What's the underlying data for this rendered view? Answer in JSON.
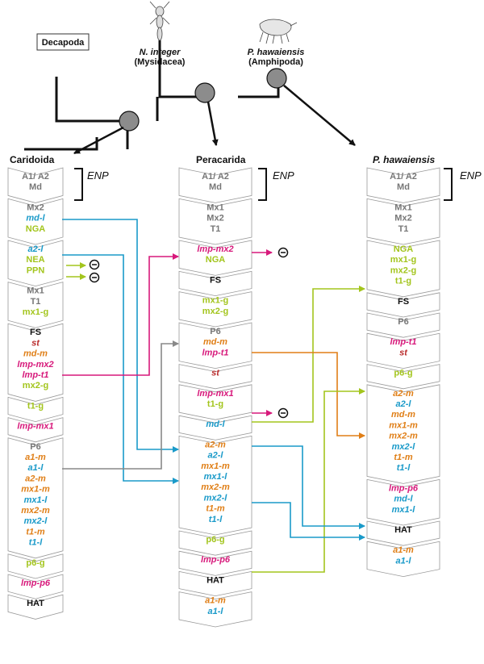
{
  "colors": {
    "gray": "#777777",
    "cyan": "#1a9ac9",
    "green": "#a3c51d",
    "magenta": "#d7197b",
    "orange": "#e07f17",
    "red": "#b92b2b",
    "black": "#111111"
  },
  "taxa": {
    "decapoda": "Decapoda",
    "mysid_name": "N. integer",
    "mysid_group": "(Mysidacea)",
    "amphi_name": "P. hawaiensis",
    "amphi_group": "(Amphipoda)"
  },
  "columns": {
    "caridoida": {
      "title": "Caridoida",
      "boxes": [
        {
          "lines": [
            {
              "t": "A1/ A2",
              "c": "gray"
            },
            {
              "t": "Md",
              "c": "gray"
            }
          ]
        },
        {
          "lines": [
            {
              "t": "Mx2",
              "c": "gray"
            },
            {
              "t": "md-l",
              "c": "cyan",
              "i": true
            },
            {
              "t": "NGA",
              "c": "green"
            }
          ]
        },
        {
          "lines": [
            {
              "t": "a2-l",
              "c": "cyan",
              "i": true
            },
            {
              "t": "NEA",
              "c": "green"
            },
            {
              "t": "PPN",
              "c": "green"
            }
          ]
        },
        {
          "lines": [
            {
              "t": "Mx1",
              "c": "gray"
            },
            {
              "t": "T1",
              "c": "gray"
            },
            {
              "t": "mx1-g",
              "c": "green"
            }
          ]
        },
        {
          "lines": [
            {
              "t": "FS",
              "c": "black"
            },
            {
              "t": "st",
              "c": "red",
              "i": true
            },
            {
              "t": "md-m",
              "c": "orange",
              "i": true
            },
            {
              "t": "lmp-mx2",
              "c": "magenta",
              "i": true
            },
            {
              "t": "lmp-t1",
              "c": "magenta",
              "i": true
            },
            {
              "t": "mx2-g",
              "c": "green"
            }
          ]
        },
        {
          "lines": [
            {
              "t": "t1-g",
              "c": "green"
            }
          ]
        },
        {
          "lines": [
            {
              "t": "lmp-mx1",
              "c": "magenta",
              "i": true
            }
          ]
        },
        {
          "lines": [
            {
              "t": "P6",
              "c": "gray"
            },
            {
              "t": "a1-m",
              "c": "orange",
              "i": true
            },
            {
              "t": "a1-l",
              "c": "cyan",
              "i": true
            },
            {
              "t": "a2-m",
              "c": "orange",
              "i": true
            },
            {
              "t": "mx1-m",
              "c": "orange",
              "i": true
            },
            {
              "t": "mx1-l",
              "c": "cyan",
              "i": true
            },
            {
              "t": "mx2-m",
              "c": "orange",
              "i": true
            },
            {
              "t": "mx2-l",
              "c": "cyan",
              "i": true
            },
            {
              "t": "t1-m",
              "c": "orange",
              "i": true
            },
            {
              "t": "t1-l",
              "c": "cyan",
              "i": true
            }
          ]
        },
        {
          "lines": [
            {
              "t": "p6-g",
              "c": "green"
            }
          ]
        },
        {
          "lines": [
            {
              "t": "lmp-p6",
              "c": "magenta",
              "i": true
            }
          ]
        },
        {
          "lines": [
            {
              "t": "HAT",
              "c": "black"
            }
          ]
        }
      ]
    },
    "peracarida": {
      "title": "Peracarida",
      "boxes": [
        {
          "lines": [
            {
              "t": "A1/ A2",
              "c": "gray"
            },
            {
              "t": "Md",
              "c": "gray"
            }
          ]
        },
        {
          "lines": [
            {
              "t": "Mx1",
              "c": "gray"
            },
            {
              "t": "Mx2",
              "c": "gray"
            },
            {
              "t": "T1",
              "c": "gray"
            }
          ]
        },
        {
          "lines": [
            {
              "t": "lmp-mx2",
              "c": "magenta",
              "i": true
            },
            {
              "t": "NGA",
              "c": "green"
            }
          ]
        },
        {
          "lines": [
            {
              "t": "FS",
              "c": "black"
            }
          ]
        },
        {
          "lines": [
            {
              "t": "mx1-g",
              "c": "green"
            },
            {
              "t": "mx2-g",
              "c": "green"
            }
          ]
        },
        {
          "lines": [
            {
              "t": "P6",
              "c": "gray"
            },
            {
              "t": "md-m",
              "c": "orange",
              "i": true
            },
            {
              "t": "lmp-t1",
              "c": "magenta",
              "i": true
            }
          ]
        },
        {
          "lines": [
            {
              "t": "st",
              "c": "red",
              "i": true
            }
          ]
        },
        {
          "lines": [
            {
              "t": "lmp-mx1",
              "c": "magenta",
              "i": true
            },
            {
              "t": "t1-g",
              "c": "green"
            }
          ]
        },
        {
          "lines": [
            {
              "t": "md-l",
              "c": "cyan",
              "i": true
            }
          ]
        },
        {
          "lines": [
            {
              "t": "a2-m",
              "c": "orange",
              "i": true
            },
            {
              "t": "a2-l",
              "c": "cyan",
              "i": true
            },
            {
              "t": "mx1-m",
              "c": "orange",
              "i": true
            },
            {
              "t": "mx1-l",
              "c": "cyan",
              "i": true
            },
            {
              "t": "mx2-m",
              "c": "orange",
              "i": true
            },
            {
              "t": "mx2-l",
              "c": "cyan",
              "i": true
            },
            {
              "t": "t1-m",
              "c": "orange",
              "i": true
            },
            {
              "t": "t1-l",
              "c": "cyan",
              "i": true
            }
          ]
        },
        {
          "lines": [
            {
              "t": "p6-g",
              "c": "green"
            }
          ]
        },
        {
          "lines": [
            {
              "t": "lmp-p6",
              "c": "magenta",
              "i": true
            }
          ]
        },
        {
          "lines": [
            {
              "t": "HAT",
              "c": "black"
            }
          ]
        },
        {
          "lines": [
            {
              "t": "a1-m",
              "c": "orange",
              "i": true
            },
            {
              "t": "a1-l",
              "c": "cyan",
              "i": true
            }
          ]
        }
      ]
    },
    "hawaiensis": {
      "title": "P. hawaiensis",
      "boxes": [
        {
          "lines": [
            {
              "t": "A1/ A2",
              "c": "gray"
            },
            {
              "t": "Md",
              "c": "gray"
            }
          ]
        },
        {
          "lines": [
            {
              "t": "Mx1",
              "c": "gray"
            },
            {
              "t": "Mx2",
              "c": "gray"
            },
            {
              "t": "T1",
              "c": "gray"
            }
          ]
        },
        {
          "lines": [
            {
              "t": "NGA",
              "c": "green"
            },
            {
              "t": "mx1-g",
              "c": "green"
            },
            {
              "t": "mx2-g",
              "c": "green"
            },
            {
              "t": "t1-g",
              "c": "green"
            }
          ]
        },
        {
          "lines": [
            {
              "t": "FS",
              "c": "black"
            }
          ]
        },
        {
          "lines": [
            {
              "t": "P6",
              "c": "gray"
            }
          ]
        },
        {
          "lines": [
            {
              "t": "lmp-t1",
              "c": "magenta",
              "i": true
            },
            {
              "t": "st",
              "c": "red",
              "i": true
            }
          ]
        },
        {
          "lines": [
            {
              "t": "p6-g",
              "c": "green"
            }
          ]
        },
        {
          "lines": [
            {
              "t": "a2-m",
              "c": "orange",
              "i": true
            },
            {
              "t": "a2-l",
              "c": "cyan",
              "i": true
            },
            {
              "t": "md-m",
              "c": "orange",
              "i": true
            },
            {
              "t": "mx1-m",
              "c": "orange",
              "i": true
            },
            {
              "t": "mx2-m",
              "c": "orange",
              "i": true
            },
            {
              "t": "mx2-l",
              "c": "cyan",
              "i": true
            },
            {
              "t": "t1-m",
              "c": "orange",
              "i": true
            },
            {
              "t": "t1-l",
              "c": "cyan",
              "i": true
            }
          ]
        },
        {
          "lines": [
            {
              "t": "lmp-p6",
              "c": "magenta",
              "i": true
            },
            {
              "t": "md-l",
              "c": "cyan",
              "i": true
            },
            {
              "t": "mx1-l",
              "c": "cyan",
              "i": true
            }
          ]
        },
        {
          "lines": [
            {
              "t": "HAT",
              "c": "black"
            }
          ]
        },
        {
          "lines": [
            {
              "t": "a1-m",
              "c": "orange",
              "i": true
            },
            {
              "t": "a1-l",
              "c": "cyan",
              "i": true
            }
          ]
        }
      ]
    }
  },
  "enp_label": "ENP"
}
